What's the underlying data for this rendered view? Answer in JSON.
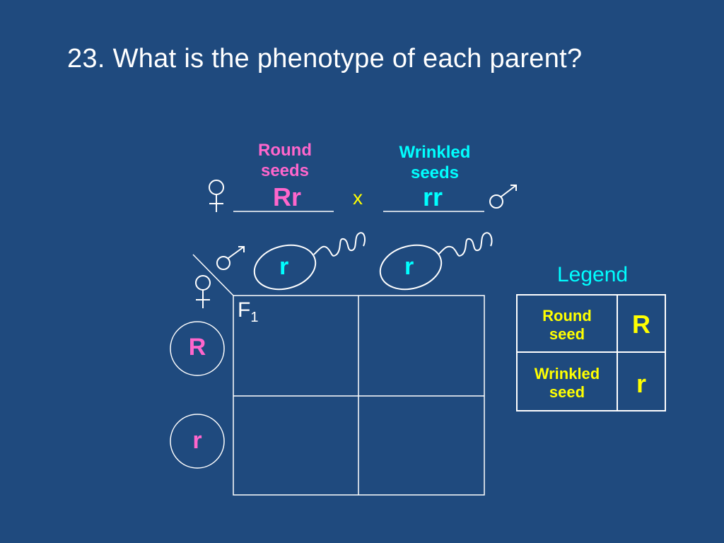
{
  "title": "23.  What is the phenotype of each parent?",
  "female_parent": {
    "phenotype_line1": "Round",
    "phenotype_line2": "seeds",
    "genotype": "Rr",
    "phenotype_color": "#ff66cc",
    "genotype_color": "#ff66cc"
  },
  "cross_symbol": "x",
  "male_parent": {
    "phenotype_line1": "Wrinkled",
    "phenotype_line2": "seeds",
    "genotype": "rr",
    "phenotype_color": "#00ffff",
    "genotype_color": "#00ffff"
  },
  "sperm_gametes": [
    "r",
    "r"
  ],
  "egg_gametes": [
    "R",
    "r"
  ],
  "punnett": {
    "label_main": "F",
    "label_sub": "1"
  },
  "legend": {
    "title": "Legend",
    "rows": [
      {
        "text_line1": "Round",
        "text_line2": "seed",
        "symbol": "R"
      },
      {
        "text_line1": "Wrinkled",
        "text_line2": "seed",
        "symbol": "r"
      }
    ]
  },
  "icons": [
    "female-symbol-icon",
    "male-symbol-icon",
    "sperm-icon"
  ]
}
